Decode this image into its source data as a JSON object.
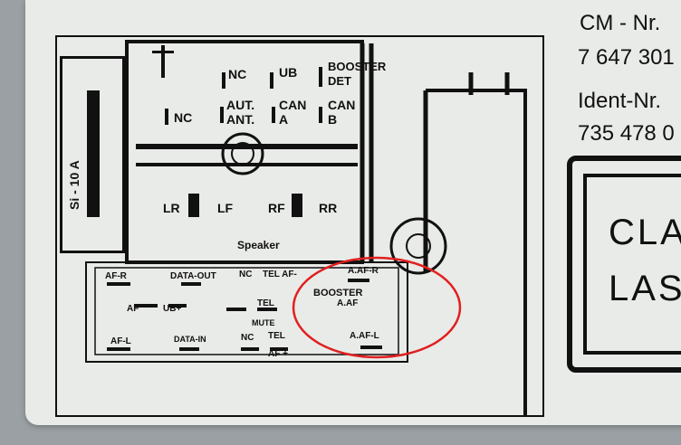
{
  "header": {
    "cm_label": "CM - Nr.",
    "cm_value": "7 647 301",
    "ident_label": "Ident-Nr.",
    "ident_value": "735 478 0"
  },
  "brand": {
    "line1": "CLA",
    "line2": "LAS"
  },
  "fuse": {
    "label": "Si - 10 A"
  },
  "upper_connector": {
    "nc_top": "NC",
    "ub": "UB",
    "booster_det": [
      "BOOSTER",
      "DET"
    ],
    "nc_left": "NC",
    "aut_ant": [
      "AUT.",
      "ANT."
    ],
    "can_a": [
      "CAN",
      "A"
    ],
    "can_b": [
      "CAN",
      "B"
    ],
    "speakers": [
      "LR",
      "LF",
      "RF",
      "RR"
    ],
    "speaker_label": "Speaker"
  },
  "lower_connector": {
    "af_r": "AF-R",
    "data_out": "DATA-OUT",
    "nc": "NC",
    "tel_af": "TEL AF-",
    "a_af_r": "A.AF-R",
    "af_gnd": "AF",
    "ub_plus": "UB+",
    "tel": "TEL",
    "booster": "BOOSTER",
    "a_af": "A.AF",
    "af_l": "AF-L",
    "data_in": "DATA-IN",
    "mute": "MUTE",
    "nc2": "NC",
    "tel2": "TEL",
    "af_plus": "AF +",
    "a_af_l": "A.AF-L"
  },
  "colors": {
    "annotation": "#e02020",
    "ink": "#111111",
    "sticker": "#e9ebe8"
  }
}
